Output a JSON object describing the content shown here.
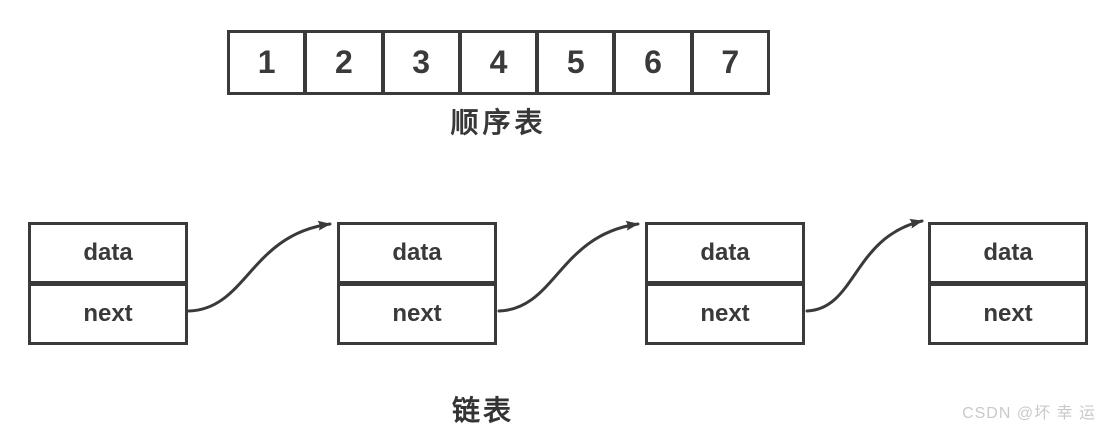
{
  "sequential_list": {
    "label": "顺序表",
    "cells": [
      "1",
      "2",
      "3",
      "4",
      "5",
      "6",
      "7"
    ]
  },
  "linked_list": {
    "label": "链表",
    "nodes": [
      {
        "data": "data",
        "next": "next"
      },
      {
        "data": "data",
        "next": "next"
      },
      {
        "data": "data",
        "next": "next"
      },
      {
        "data": "data",
        "next": "next"
      }
    ]
  },
  "watermark": "CSDN @坏 幸 运",
  "colors": {
    "stroke": "#3a3a3a",
    "text": "#3a3a3a",
    "watermark": "#c9c9c9",
    "background": "#ffffff"
  }
}
